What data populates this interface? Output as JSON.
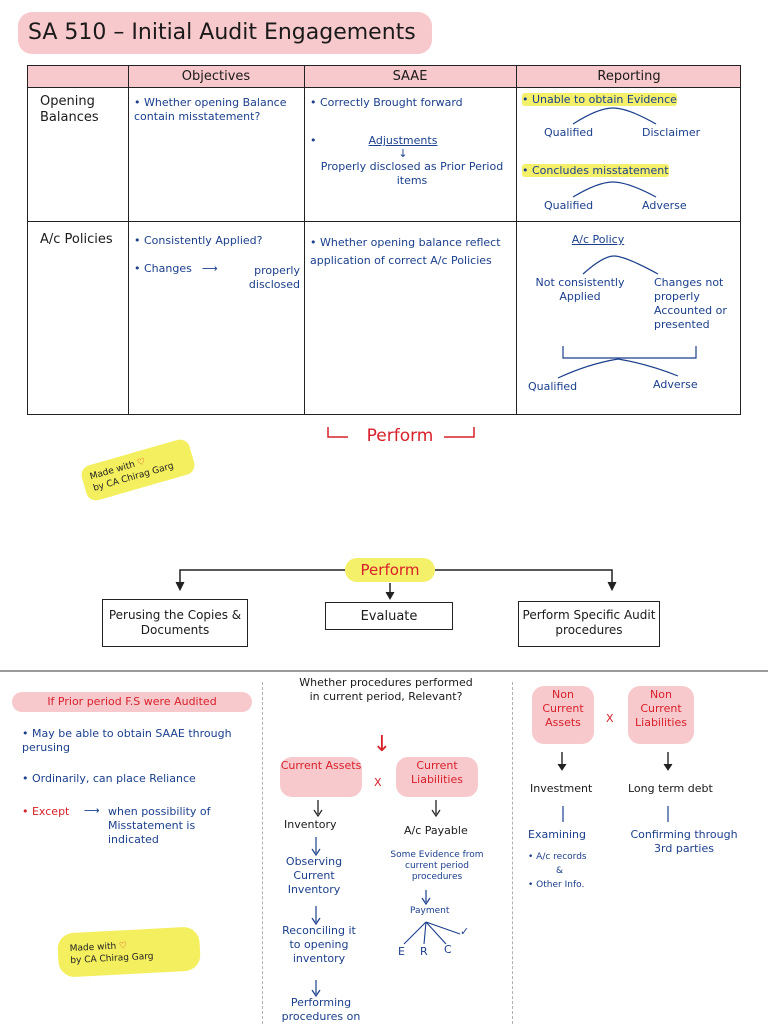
{
  "title": "SA 510 – Initial Audit Engagements",
  "table": {
    "headers": [
      "Objectives",
      "SAAE",
      "Reporting"
    ],
    "rows": [
      {
        "label": "Opening Balances",
        "objective": "• Whether opening Balance contain misstatement?",
        "saae_main": "• Correctly Brought forward",
        "saae_bullet": "•",
        "saae_adjustments": "Adjustments",
        "saae_arrow": "↓",
        "saae_properly": "Properly disclosed as Prior Period items",
        "reporting_a": "• Unable to obtain Evidence",
        "reporting_a_left": "Qualified",
        "reporting_a_right": "Disclaimer",
        "reporting_b": "• Concludes misstatement",
        "reporting_b_left": "Qualified",
        "reporting_b_right": "Adverse"
      },
      {
        "label": "A/c Policies",
        "objective_1": "• Consistently Applied?",
        "objective_2": "• Changes",
        "objective_2_arrow": "⟶",
        "objective_2_result": "properly disclosed",
        "saae": "• Whether opening balance reflect application of correct A/c Policies",
        "reporting_root": "A/c Policy",
        "reporting_left": "Not consistently Applied",
        "reporting_right": "Changes not properly Accounted or presented",
        "reporting_bottom_left": "Qualified",
        "reporting_bottom_right": "Adverse"
      }
    ]
  },
  "perform_divider": "Perform",
  "sticker": {
    "made_with": "Made with",
    "heart": "♡",
    "by": "by CA Chirag Garg"
  },
  "flow": {
    "root": "Perform",
    "left": "Perusing the Copies & Documents",
    "middle": "Evaluate",
    "right": "Perform Specific Audit procedures"
  },
  "left_col": {
    "heading": "If Prior period F.S were Audited",
    "bullets": [
      "• May be able to obtain SAAE through perusing",
      "• Ordinarily, can place Reliance"
    ],
    "except_label": "• Except",
    "except_arrow": "⟶",
    "except_text": "when possibility of Misstatement is indicated"
  },
  "mid_col": {
    "question": "Whether procedures performed in current period, Relevant?",
    "arrow": "↓",
    "ca": "Current Assets",
    "x": "X",
    "cl": "Current Liabilities",
    "inventory": "Inventory",
    "inv_steps": [
      "Observing Current Inventory",
      "Reconciling it to opening inventory",
      "Performing procedures on"
    ],
    "payable": "A/c Payable",
    "payable_note": "Some Evidence from current period procedures",
    "payment": "Payment",
    "erc": [
      "E",
      "R",
      "C"
    ],
    "check": "✓"
  },
  "right_col": {
    "nca": "Non Current Assets",
    "x": "X",
    "ncl": "Non Current Liabilities",
    "investment": "Investment",
    "ltd": "Long term debt",
    "examining": "Examining",
    "exam_items": [
      "• A/c records",
      "&",
      "• Other Info."
    ],
    "confirming": "Confirming through 3rd parties"
  }
}
